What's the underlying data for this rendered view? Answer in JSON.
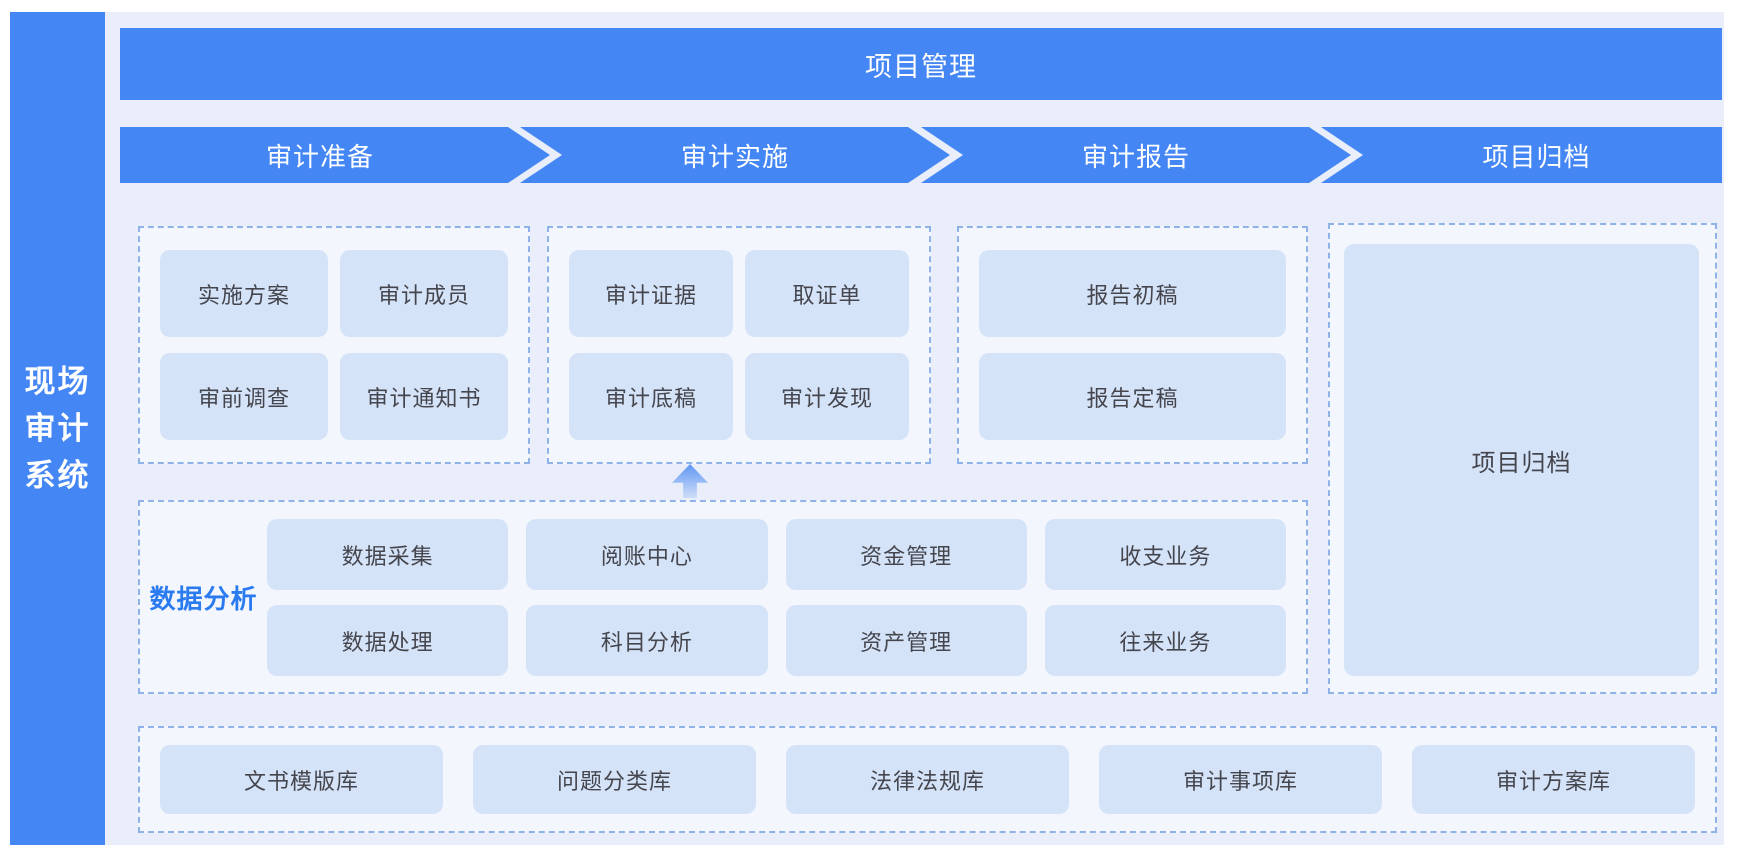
{
  "system": {
    "title_lines": [
      "现场",
      "审计",
      "系统"
    ]
  },
  "header": {
    "title": "项目管理"
  },
  "stages": [
    "审计准备",
    "审计实施",
    "审计报告",
    "项目归档"
  ],
  "panels": {
    "prepare": {
      "items": [
        "实施方案",
        "审计成员",
        "审前调查",
        "审计通知书"
      ]
    },
    "implement": {
      "items": [
        "审计证据",
        "取证单",
        "审计底稿",
        "审计发现"
      ]
    },
    "report": {
      "items": [
        "报告初稿",
        "报告定稿"
      ]
    },
    "archive": {
      "label": "项目归档"
    }
  },
  "data_analysis": {
    "label": "数据分析",
    "items": [
      "数据采集",
      "阅账中心",
      "资金管理",
      "收支业务",
      "数据处理",
      "科目分析",
      "资产管理",
      "往来业务"
    ]
  },
  "libraries": {
    "items": [
      "文书模版库",
      "问题分类库",
      "法律法规库",
      "审计事项库",
      "审计方案库"
    ]
  },
  "icons": {
    "up_arrow": "up-arrow"
  },
  "colors": {
    "primary_blue": "#4386f4",
    "light_background": "#e9eefa",
    "box_fill": "#d5e3f9",
    "dashed_border": "#8fb3e8",
    "box_text": "#45464d",
    "accent_label": "#2a7af0"
  }
}
